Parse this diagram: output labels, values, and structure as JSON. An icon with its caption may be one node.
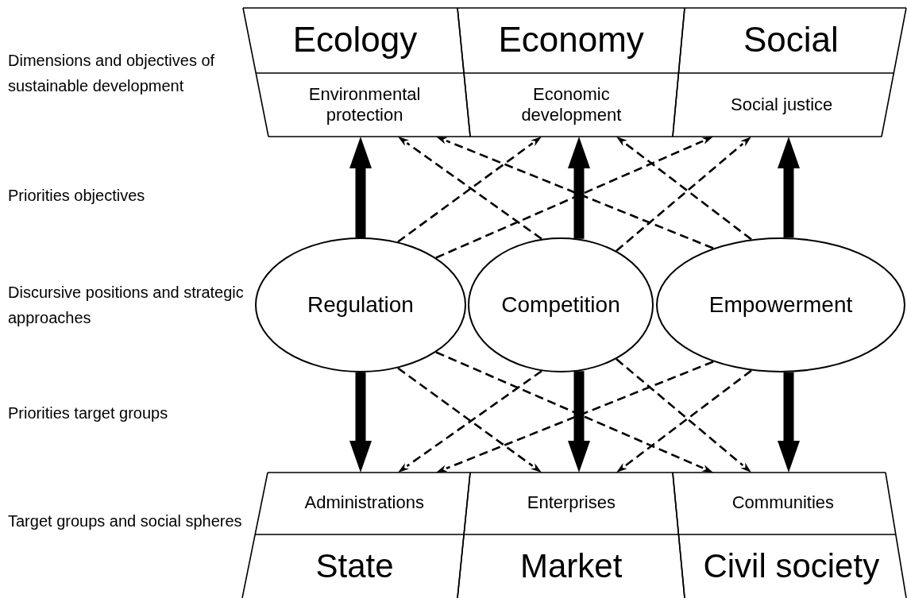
{
  "diagram": {
    "nodes": [
      {
        "text": [
          "Ecology",
          "Environmental protection"
        ]
      },
      {
        "text": [
          "Economy",
          "Economic development"
        ]
      },
      {
        "text": [
          "Social",
          "Social justice"
        ]
      },
      {
        "text": [
          "Regulation"
        ]
      },
      {
        "text": [
          "Competition"
        ]
      },
      {
        "text": [
          "Empowerment"
        ]
      },
      {
        "text": [
          "Administrations",
          "State"
        ]
      },
      {
        "text": [
          "Enterprises",
          "Market"
        ]
      },
      {
        "text": [
          "Communities",
          "Civil society"
        ]
      }
    ],
    "edges": [
      {
        "from": 3,
        "to": 0,
        "arrow": "to",
        "style": "thick"
      },
      {
        "from": 4,
        "to": 1,
        "arrow": "to",
        "style": "thick"
      },
      {
        "from": 5,
        "to": 2,
        "arrow": "to",
        "style": "thick"
      },
      {
        "from": 3,
        "to": 1,
        "arrow": "to",
        "style": "dashed"
      },
      {
        "from": 3,
        "to": 2,
        "arrow": "to",
        "style": "dashed"
      },
      {
        "from": 4,
        "to": 0,
        "arrow": "to",
        "style": "dashed"
      },
      {
        "from": 4,
        "to": 2,
        "arrow": "to",
        "style": "dashed"
      },
      {
        "from": 5,
        "to": 0,
        "arrow": "to",
        "style": "dashed"
      },
      {
        "from": 5,
        "to": 1,
        "arrow": "to",
        "style": "dashed"
      },
      {
        "from": 3,
        "to": 6,
        "arrow": "to",
        "style": "thick"
      },
      {
        "from": 4,
        "to": 7,
        "arrow": "to",
        "style": "thick"
      },
      {
        "from": 5,
        "to": 8,
        "arrow": "to",
        "style": "thick"
      },
      {
        "from": 3,
        "to": 7,
        "arrow": "to",
        "style": "dashed"
      },
      {
        "from": 3,
        "to": 8,
        "arrow": "to",
        "style": "dashed"
      },
      {
        "from": 4,
        "to": 6,
        "arrow": "to",
        "style": "dashed"
      },
      {
        "from": 4,
        "to": 8,
        "arrow": "to",
        "style": "dashed"
      },
      {
        "from": 5,
        "to": 6,
        "arrow": "to",
        "style": "dashed"
      },
      {
        "from": 5,
        "to": 7,
        "arrow": "to",
        "style": "dashed"
      }
    ],
    "labels": [
      "Dimensions and objectives of sustainable development",
      "Priorities objectives",
      "Discursive positions and strategic approaches",
      "Priorities target groups",
      "Target groups and social spheres"
    ]
  }
}
